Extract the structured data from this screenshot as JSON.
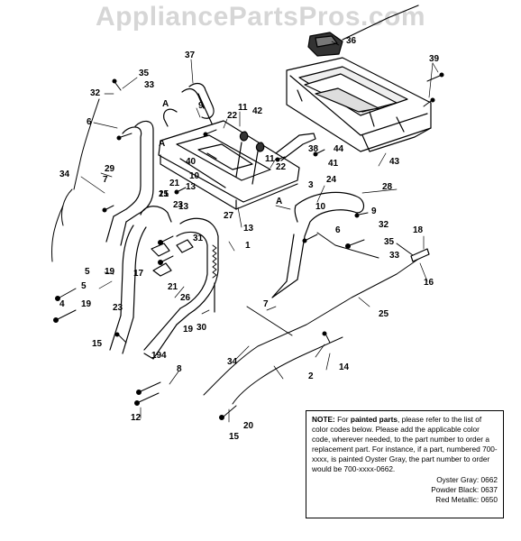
{
  "watermark": "AppliancePartsPros.com",
  "note": {
    "label": "NOTE:",
    "text_a": " For ",
    "bold": "painted parts",
    "text_b": ", please refer to the list of color codes below. Please add the applicable color code, wherever needed, to the part number to order a replacement part. For instance, if a part, numbered 700-xxxx, is painted Oyster Gray, the part number to order would be 700-xxxx-0662.",
    "colors": [
      "Oyster Gray: 0662",
      "Powder Black: 0637",
      "Red Metallic: 0650"
    ]
  },
  "callouts": [
    {
      "id": "c1",
      "text": "36"
    },
    {
      "id": "c2",
      "text": "37"
    },
    {
      "id": "c3",
      "text": "39"
    },
    {
      "id": "c4",
      "text": "35"
    },
    {
      "id": "c5",
      "text": "33"
    },
    {
      "id": "c6",
      "text": "32"
    },
    {
      "id": "c7",
      "text": "A"
    },
    {
      "id": "c8",
      "text": "9"
    },
    {
      "id": "c9",
      "text": "11"
    },
    {
      "id": "c10",
      "text": "42"
    },
    {
      "id": "c11",
      "text": "22"
    },
    {
      "id": "c12",
      "text": "6"
    },
    {
      "id": "c13",
      "text": "38"
    },
    {
      "id": "c14",
      "text": "44"
    },
    {
      "id": "c15",
      "text": "41"
    },
    {
      "id": "c16",
      "text": "43"
    },
    {
      "id": "c17",
      "text": "A"
    },
    {
      "id": "c18",
      "text": "40"
    },
    {
      "id": "c19",
      "text": "11"
    },
    {
      "id": "c20",
      "text": "22"
    },
    {
      "id": "c21",
      "text": "34"
    },
    {
      "id": "c22",
      "text": "29"
    },
    {
      "id": "c23",
      "text": "21"
    },
    {
      "id": "c24",
      "text": "13"
    },
    {
      "id": "c25",
      "text": "10"
    },
    {
      "id": "c26",
      "text": "7"
    },
    {
      "id": "c27",
      "text": "15"
    },
    {
      "id": "c28",
      "text": "13"
    },
    {
      "id": "c29",
      "text": "23"
    },
    {
      "id": "c30",
      "text": "3"
    },
    {
      "id": "c31",
      "text": "24"
    },
    {
      "id": "c32",
      "text": "28"
    },
    {
      "id": "c33",
      "text": "A"
    },
    {
      "id": "c34",
      "text": "10"
    },
    {
      "id": "c35",
      "text": "27"
    },
    {
      "id": "c36",
      "text": "13"
    },
    {
      "id": "c37",
      "text": "21"
    },
    {
      "id": "c38",
      "text": "9"
    },
    {
      "id": "c39",
      "text": "32"
    },
    {
      "id": "c40",
      "text": "6"
    },
    {
      "id": "c41",
      "text": "35"
    },
    {
      "id": "c42",
      "text": "33"
    },
    {
      "id": "c43",
      "text": "18"
    },
    {
      "id": "c44",
      "text": "31"
    },
    {
      "id": "c45",
      "text": "1"
    },
    {
      "id": "c46",
      "text": "5"
    },
    {
      "id": "c47",
      "text": "19"
    },
    {
      "id": "c48",
      "text": "17"
    },
    {
      "id": "c49",
      "text": "16"
    },
    {
      "id": "c50",
      "text": "4"
    },
    {
      "id": "c51",
      "text": "19"
    },
    {
      "id": "c52",
      "text": "26"
    },
    {
      "id": "c53",
      "text": "21"
    },
    {
      "id": "c54",
      "text": "7"
    },
    {
      "id": "c55",
      "text": "25"
    },
    {
      "id": "c56",
      "text": "23"
    },
    {
      "id": "c57",
      "text": "30"
    },
    {
      "id": "c58",
      "text": "15"
    },
    {
      "id": "c59",
      "text": "5"
    },
    {
      "id": "c60",
      "text": "19"
    },
    {
      "id": "c61",
      "text": "34"
    },
    {
      "id": "c62",
      "text": "19"
    },
    {
      "id": "c63",
      "text": "4"
    },
    {
      "id": "c64",
      "text": "14"
    },
    {
      "id": "c65",
      "text": "8"
    },
    {
      "id": "c66",
      "text": "2"
    },
    {
      "id": "c67",
      "text": "12"
    },
    {
      "id": "c68",
      "text": "20"
    },
    {
      "id": "c69",
      "text": "15"
    }
  ]
}
